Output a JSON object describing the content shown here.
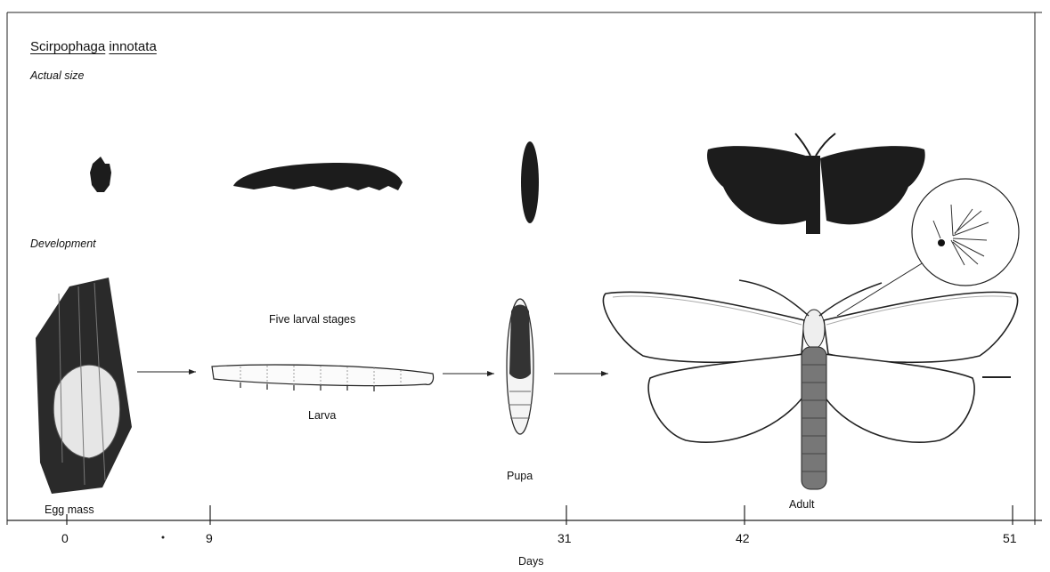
{
  "title": {
    "genus": "Scirpophaga",
    "species": "innotata"
  },
  "sections": {
    "actual_size": "Actual size",
    "development": "Development"
  },
  "stages": {
    "egg_mass": "Egg mass",
    "larval_stages": "Five larval stages",
    "larva": "Larva",
    "pupa": "Pupa",
    "adult": "Adult"
  },
  "timeline": {
    "ticks": [
      "0",
      "9",
      "31",
      "42",
      "51"
    ],
    "axis_label": "Days"
  }
}
